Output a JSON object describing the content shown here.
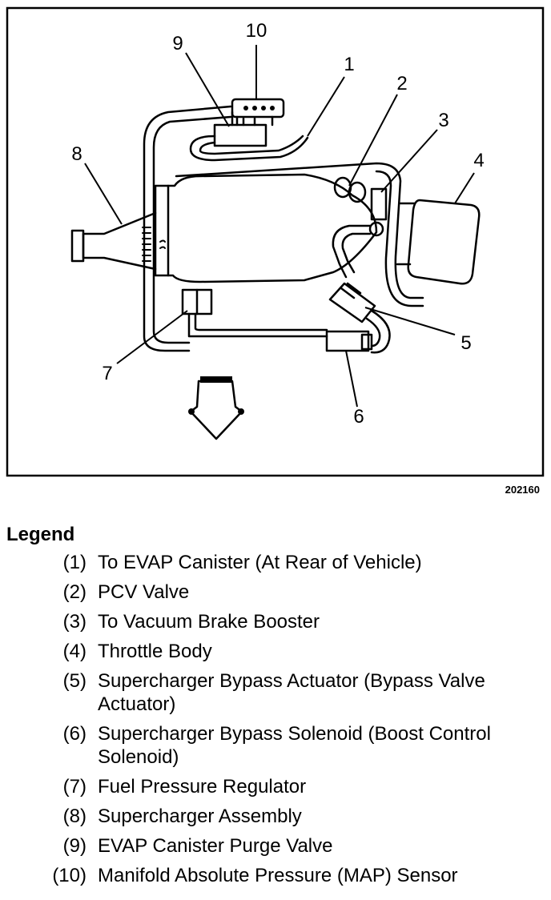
{
  "figure": {
    "id": "202160"
  },
  "callouts": [
    "1",
    "2",
    "3",
    "4",
    "5",
    "6",
    "7",
    "8",
    "9",
    "10"
  ],
  "legend": {
    "title": "Legend",
    "items": [
      {
        "num": "(1)",
        "text": "To EVAP Canister (At Rear of Vehicle)"
      },
      {
        "num": "(2)",
        "text": "PCV Valve"
      },
      {
        "num": "(3)",
        "text": "To Vacuum Brake Booster"
      },
      {
        "num": "(4)",
        "text": "Throttle Body"
      },
      {
        "num": "(5)",
        "text": "Supercharger Bypass Actuator (Bypass Valve Actuator)"
      },
      {
        "num": "(6)",
        "text": "Supercharger Bypass Solenoid (Boost Control Solenoid)"
      },
      {
        "num": "(7)",
        "text": "Fuel Pressure Regulator"
      },
      {
        "num": "(8)",
        "text": "Supercharger Assembly"
      },
      {
        "num": "(9)",
        "text": "EVAP Canister Purge Valve"
      },
      {
        "num": "(10)",
        "text": "Manifold Absolute Pressure (MAP) Sensor"
      }
    ]
  }
}
